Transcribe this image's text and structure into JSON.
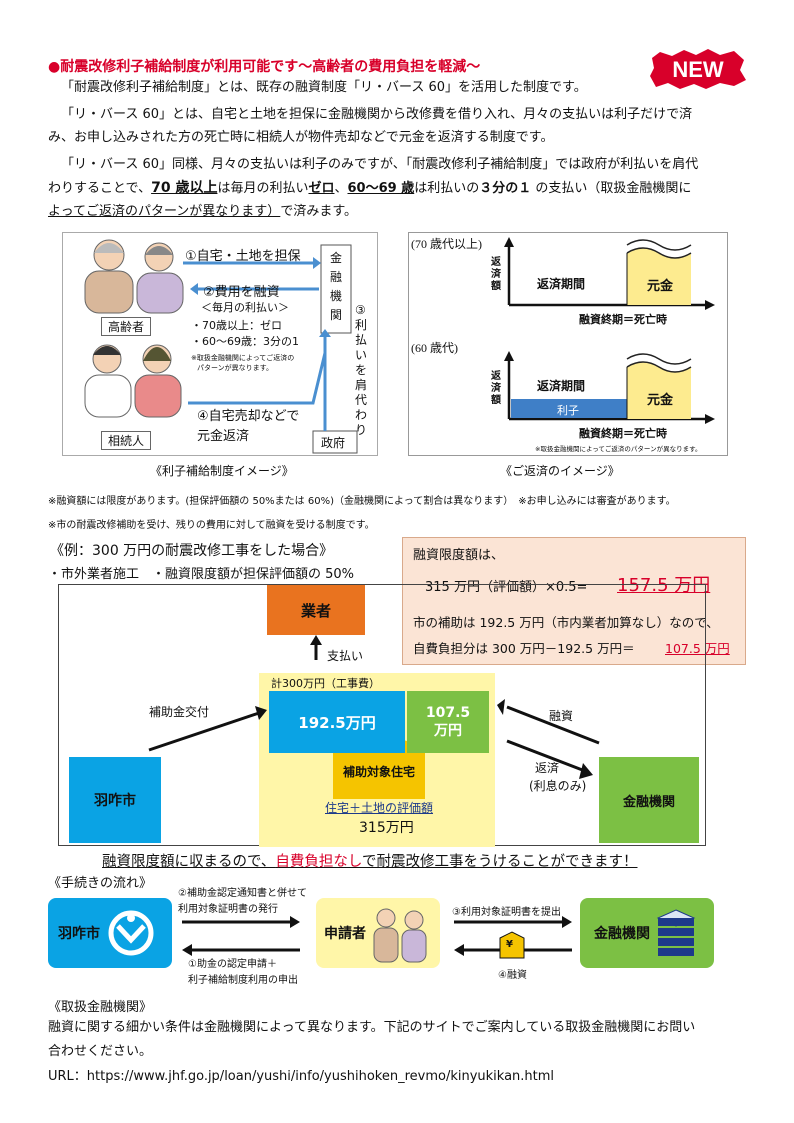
{
  "header": {
    "title": "●耐震改修利子補給制度が利用可能です～高齢者の費用負担を軽減～",
    "new_badge": "NEW"
  },
  "intro": {
    "p1": "「耐震改修利子補給制度」とは、既存の融資制度「リ・バース 60」を活用した制度です。",
    "p2a": "「リ・バース 60」とは、自宅と土地を担保に金融機関から改修費を借り入れ、月々の支払いは利子だけで済",
    "p2b": "み、お申し込みされた方の死亡時に相続人が物件売却などで元金を返済する制度です。",
    "p3a": "「リ・バース 60」同様、月々の支払いは利子のみですが、「耐震改修利子補給制度」では政府が利払いを肩代",
    "p3b_1": "わりすることで、",
    "p3b_2": "70 歳以上",
    "p3b_3": "は毎月の利払い",
    "p3b_4": "ゼロ",
    "p3b_5": "、",
    "p3b_6": "60～69 歳",
    "p3b_7": "は利払いの",
    "p3b_8": "３分の１",
    "p3b_9": " の支払い（取扱金融機関に",
    "p3c_1": "よってご返済のパターンが異なります）",
    "p3c_2": "で済みます。"
  },
  "diagram1": {
    "step1": "①自宅・土地を担保",
    "step2": "②費用を融資",
    "step2_sub": "＜毎月の利払い＞",
    "age70": "・70歳以上：ゼロ",
    "age60": "・60～69歳：3分の1",
    "note": "※取扱金融機関によってご返済の",
    "note2": "パターンが異なります。",
    "step3": "③利払いを肩代わり",
    "step4": "④自宅売却などで",
    "step4b": "元金返済",
    "elderly": "高齢者",
    "heir": "相続人",
    "bank": "金融機関",
    "gov": "政府",
    "caption": "《利子補給制度イメージ》"
  },
  "diagram2": {
    "label70": "(70 歳代以上)",
    "label60": "(60 歳代)",
    "yaxis": "返済額",
    "period": "返済期間",
    "principal": "元金",
    "interest": "利子",
    "end": "融資終期＝死亡時",
    "note": "※取扱金融機関によってご返済のパターンが異なります。",
    "caption": "《ご返済のイメージ》"
  },
  "notes": {
    "n1": "※融資額には限度があります。(担保評価額の 50%または 60%)（金融機関によって割合は異なります）　※お申し込みには審査があります。",
    "n2": "※市の耐震改修補助を受け、残りの費用に対して融資を受ける制度です。"
  },
  "example": {
    "heading": "《例：300 万円の耐震改修工事をした場合》",
    "conditions": "・市外業者施工　・融資限度額が担保評価額の 50%",
    "limit_title": "融資限度額は、",
    "limit_calc": "315 万円（評価額）×0.5=",
    "limit_value": "157.5 万円",
    "subsidy_line": "市の補助は 192.5 万円（市内業者加算なし）なので、",
    "self_line": "自費負担分は 300 万円－192.5 万円＝",
    "self_value": "107.5 万円",
    "contractor": "業者",
    "payment": "支払い",
    "total": "計300万円（工事費）",
    "subsidy_amount": "192.5万円",
    "loan_amount_1": "107.5",
    "loan_amount_2": "万円",
    "subsidy_grant": "補助金交付",
    "loan": "融資",
    "repay": "返済",
    "repay_sub": "(利息のみ)",
    "city": "羽咋市",
    "bank": "金融機関",
    "target_house": "補助対象住宅",
    "eval_label": "住宅＋土地の評価額",
    "eval_value": "315万円",
    "conclusion_1": "融資限度額に収まるので、",
    "conclusion_2": "自費負担なし",
    "conclusion_3": "で耐震改修工事をうけることができます！"
  },
  "procedure": {
    "heading": "《手続きの流れ》",
    "step2a": "②補助金認定通知書と併せて",
    "step2b": "利用対象証明書の発行",
    "step1a": "①助金の認定申請＋",
    "step1b": "利子補給制度利用の申出",
    "step3": "③利用対象証明書を提出",
    "step4": "④融資",
    "city": "羽咋市",
    "applicant": "申請者",
    "bank": "金融機関",
    "yen": "¥"
  },
  "institutions": {
    "heading": "《取扱金融機関》",
    "line1": "融資に関する細かい条件は金融機関によって異なります。下記のサイトでご案内している取扱金融機関にお問い",
    "line2": "合わせください。",
    "url": "URL：https://www.jhf.go.jp/loan/yushi/info/yushihoken_revmo/kinyukikan.html"
  },
  "colors": {
    "red": "#d8002a",
    "blue": "#0aa3e4",
    "green": "#7cc044",
    "orange": "#e9731f",
    "yellow": "#fff6a8",
    "navy": "#1d3a8a"
  }
}
